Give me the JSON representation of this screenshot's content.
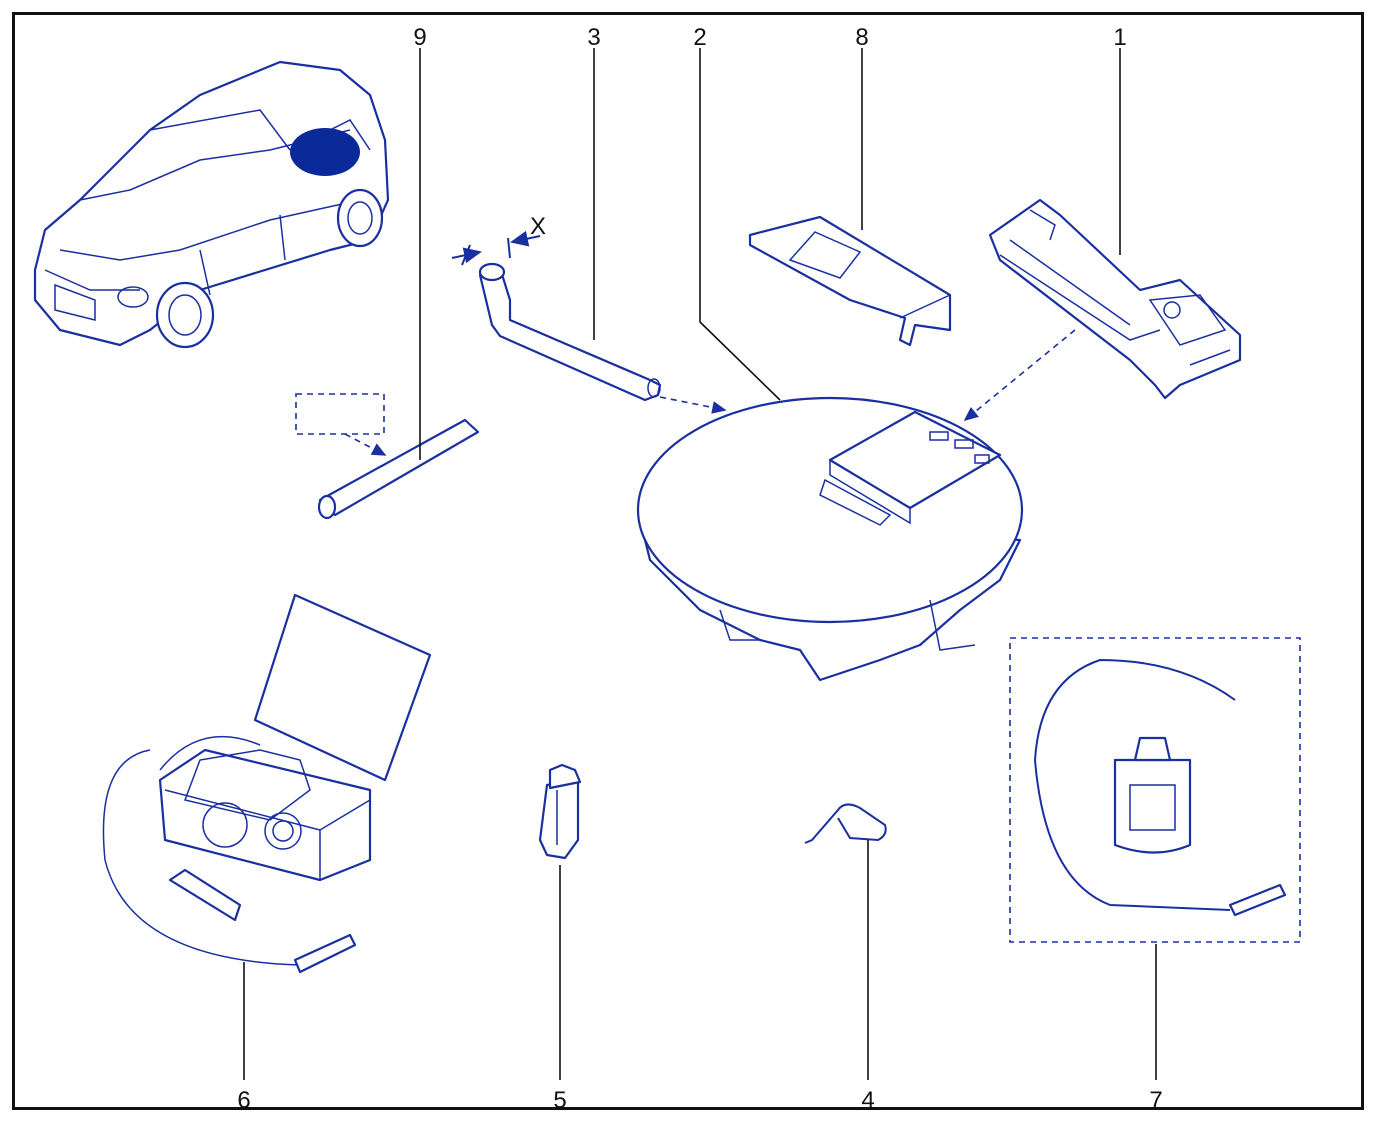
{
  "colors": {
    "line": "#1a2fa0",
    "frame": "#111111",
    "highlight": "#0a2a9a",
    "background": "#ffffff"
  },
  "labels": {
    "l1": "1",
    "l2": "2",
    "l3": "3",
    "l4": "4",
    "l5": "5",
    "l6": "6",
    "l7": "7",
    "l8": "8",
    "l9": "9"
  },
  "dimension": {
    "x": "X"
  },
  "icons": [
    "car-illustration",
    "jack-illustration",
    "spare-wheel-cover",
    "wheel-brace",
    "towing-eye-key",
    "socket-adapter",
    "compressor-kit",
    "sealant-bottle",
    "jack-support-wedge",
    "extension-tube"
  ]
}
